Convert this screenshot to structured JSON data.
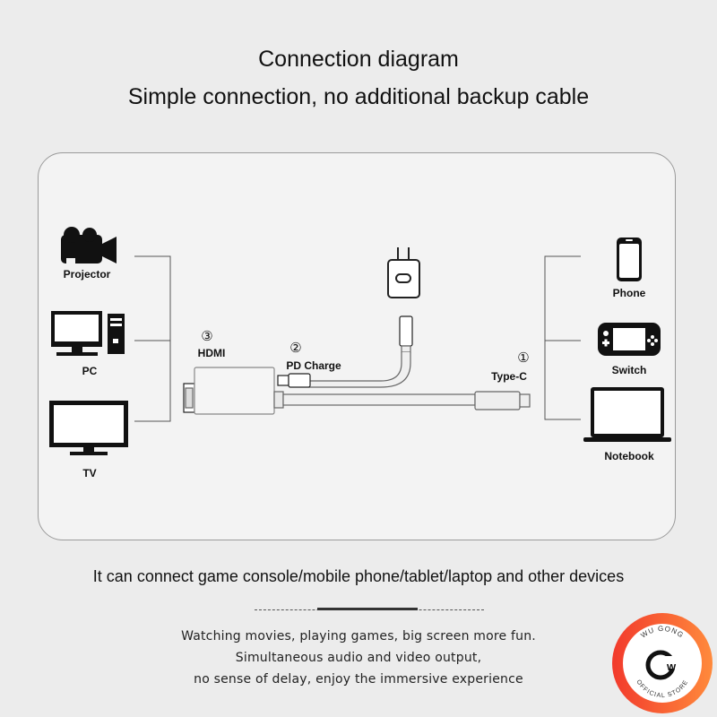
{
  "header": {
    "title": "Connection diagram",
    "subtitle": "Simple connection, no additional backup cable"
  },
  "diagram": {
    "outputs": [
      {
        "label": "Projector",
        "icon": "projector-icon"
      },
      {
        "label": "PC",
        "icon": "pc-icon"
      },
      {
        "label": "TV",
        "icon": "tv-icon"
      }
    ],
    "inputs": [
      {
        "label": "Phone",
        "icon": "phone-icon"
      },
      {
        "label": "Switch",
        "icon": "game-console-icon"
      },
      {
        "label": "Notebook",
        "icon": "laptop-icon"
      }
    ],
    "ports": [
      {
        "number": "①",
        "label": "Type-C"
      },
      {
        "number": "②",
        "label": "PD Charge"
      },
      {
        "number": "③",
        "label": "HDMI"
      }
    ]
  },
  "footer": {
    "headline": "It can connect game console/mobile phone/tablet/laptop and other devices",
    "lines": [
      "Watching movies, playing games, big screen more fun.",
      "Simultaneous audio and video output,",
      "no sense of delay, enjoy the immersive experience"
    ]
  },
  "badge": {
    "top_text": "WU GONG",
    "bottom_text": "OFFICIAL STORE",
    "logo": "Cw",
    "colors": [
      "#f23a2c",
      "#ff8a3c"
    ]
  }
}
